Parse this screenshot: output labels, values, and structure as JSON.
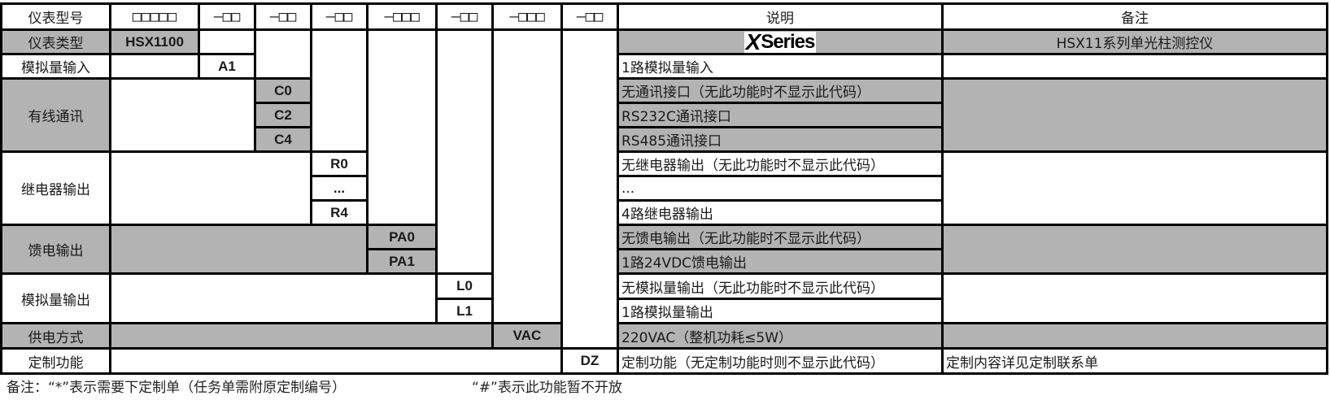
{
  "header": {
    "row_label": "仪表型号",
    "model_codes": [
      "□□□□□",
      "—□□",
      "—□□",
      "—□□",
      "—□□□",
      "—□□",
      "—□□□",
      "—□□"
    ],
    "description": "说明",
    "remarks": "备注"
  },
  "rows": {
    "type": {
      "label": "仪表类型",
      "code": "HSX1100",
      "description_logo": {
        "mark": "X",
        "text": "Series"
      },
      "remark": "HSX11系列单光柱测控仪"
    },
    "analog_input": {
      "label": "模拟量输入",
      "code": "A1",
      "description": "1路模拟量输入",
      "remark": ""
    },
    "wired_comm": {
      "label": "有线通讯",
      "options": [
        {
          "code": "C0",
          "description": "无通讯接口（无此功能时不显示此代码）"
        },
        {
          "code": "C2",
          "description": "RS232C通讯接口"
        },
        {
          "code": "C4",
          "description": "RS485通讯接口"
        }
      ],
      "remark": ""
    },
    "relay_output": {
      "label": "继电器输出",
      "options": [
        {
          "code": "R0",
          "description": "无继电器输出（无此功能时不显示此代码）"
        },
        {
          "code": "...",
          "description": "..."
        },
        {
          "code": "R4",
          "description": "4路继电器输出"
        }
      ],
      "remark": ""
    },
    "feed_output": {
      "label": "馈电输出",
      "options": [
        {
          "code": "PA0",
          "description": "无馈电输出（无此功能时不显示此代码）"
        },
        {
          "code": "PA1",
          "description": "1路24VDC馈电输出"
        }
      ],
      "remark": ""
    },
    "analog_output": {
      "label": "模拟量输出",
      "options": [
        {
          "code": "L0",
          "description": "无模拟量输出（无此功能时不显示此代码）"
        },
        {
          "code": "L1",
          "description": "1路模拟量输出"
        }
      ],
      "remark": ""
    },
    "power_supply": {
      "label": "供电方式",
      "code": "VAC",
      "description": "220VAC（整机功耗≤5W）",
      "remark": ""
    },
    "custom": {
      "label": "定制功能",
      "code": "DZ",
      "description": "定制功能（无定制功能时则不显示此代码）",
      "remark": "定制内容详见定制联系单"
    }
  },
  "footer": {
    "note1": "备注：“*”表示需要下定制单（任务单需附原定制编号）",
    "note2": "“#”表示此功能暂不开放"
  },
  "colors": {
    "gray_fill": "#b3b3b3",
    "border": "#000000",
    "white": "#ffffff"
  }
}
